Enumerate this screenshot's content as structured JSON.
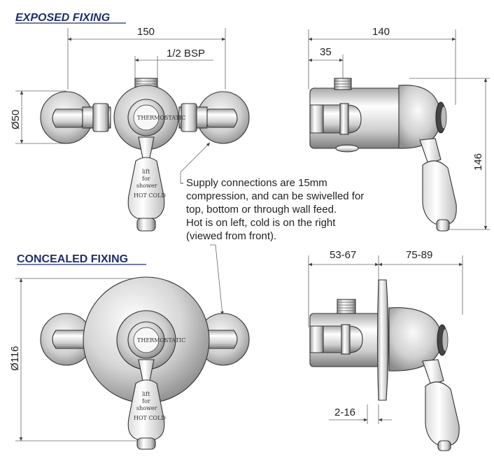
{
  "headings": {
    "exposed": "EXPOSED FIXING",
    "concealed": "CONCEALED FIXING"
  },
  "dimensions": {
    "exposed_width": "150",
    "bsp": "1/2 BSP",
    "exposed_dia": "Ø50",
    "side_depth": "140",
    "side_inlet": "35",
    "side_height": "146",
    "concealed_dia": "Ø116",
    "concealed_wall": "53-67",
    "concealed_front": "75-89",
    "concealed_plate": "2-16"
  },
  "handle_text": {
    "line1": "lift",
    "line2": "for",
    "line3": "shower",
    "line4": "HOT COLD"
  },
  "dial_text": "THERMOSTATIC",
  "note_lines": [
    "Supply connections are 15mm",
    "compression, and can be swivelled for",
    "top, bottom or through wall feed.",
    "Hot is on left, cold is on the right",
    "(viewed from front)."
  ],
  "colors": {
    "heading": "#1f2d6b",
    "chrome_light": "#f4f4f4",
    "chrome_dark": "#8a8a8a",
    "line": "#333333"
  }
}
